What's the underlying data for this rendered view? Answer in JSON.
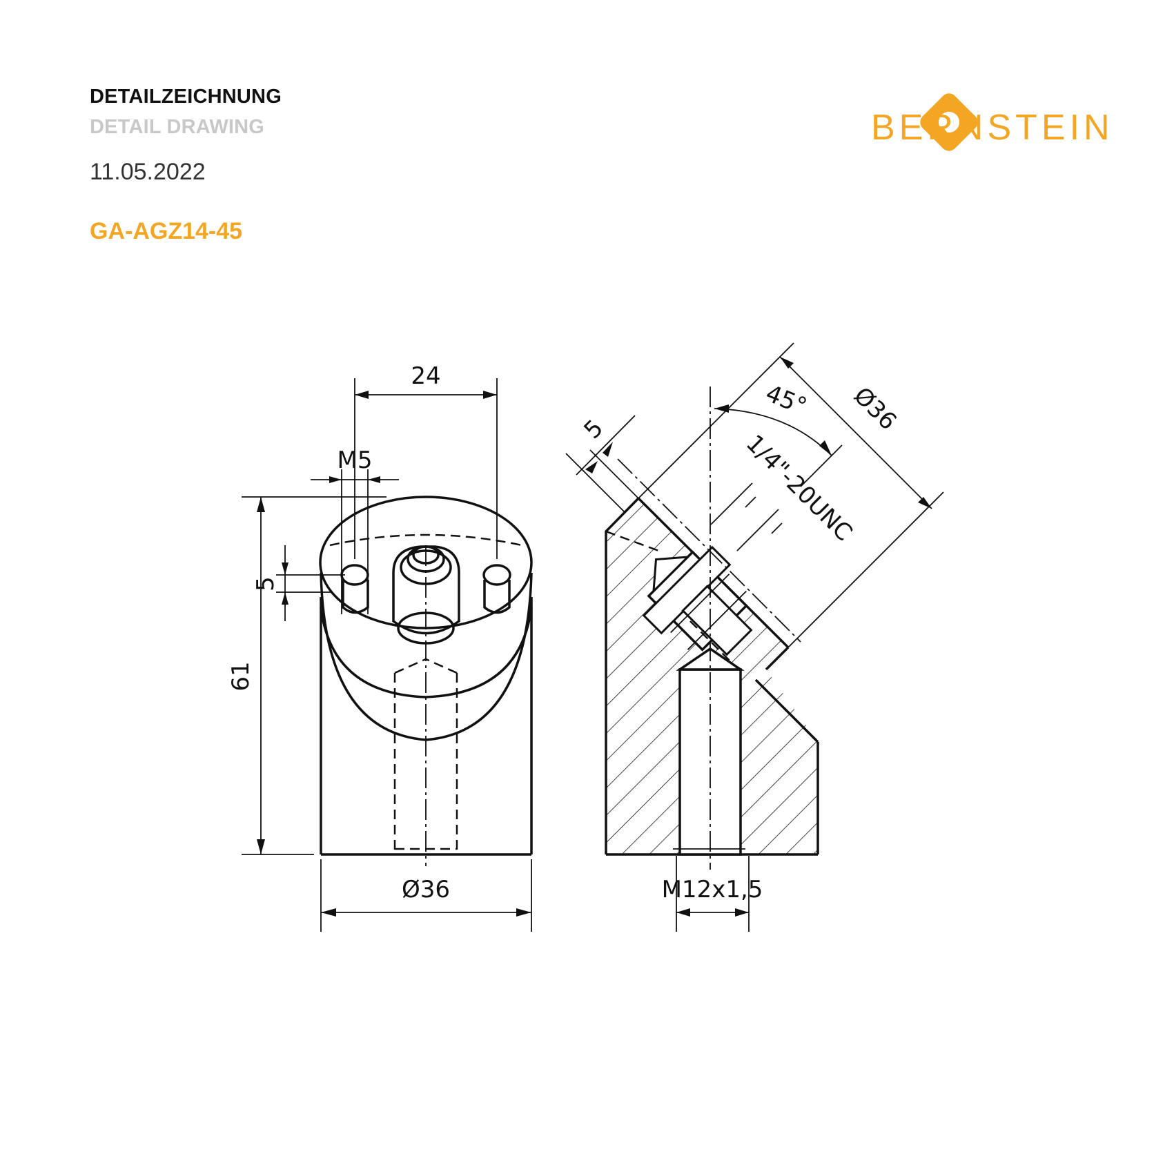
{
  "header": {
    "title_de": "DETAILZEICHNUNG",
    "title_en": "DETAIL DRAWING",
    "date": "11.05.2022",
    "part_number": "GA-AGZ14-45"
  },
  "brand": {
    "name": "BERNSTEIN",
    "color": "#f2a623",
    "logo_icon": "bernstein-diamond-logo"
  },
  "dimensions": {
    "front_width_holes": "24",
    "front_thread_holes": "M5",
    "front_height_small": "5",
    "front_total_height": "61",
    "front_diameter": "Ø36",
    "side_offset": "5",
    "side_angle": "45°",
    "side_diameter": "Ø36",
    "side_thread_top": "1/4\"-20UNC",
    "side_thread_bottom": "M12x1,5"
  }
}
